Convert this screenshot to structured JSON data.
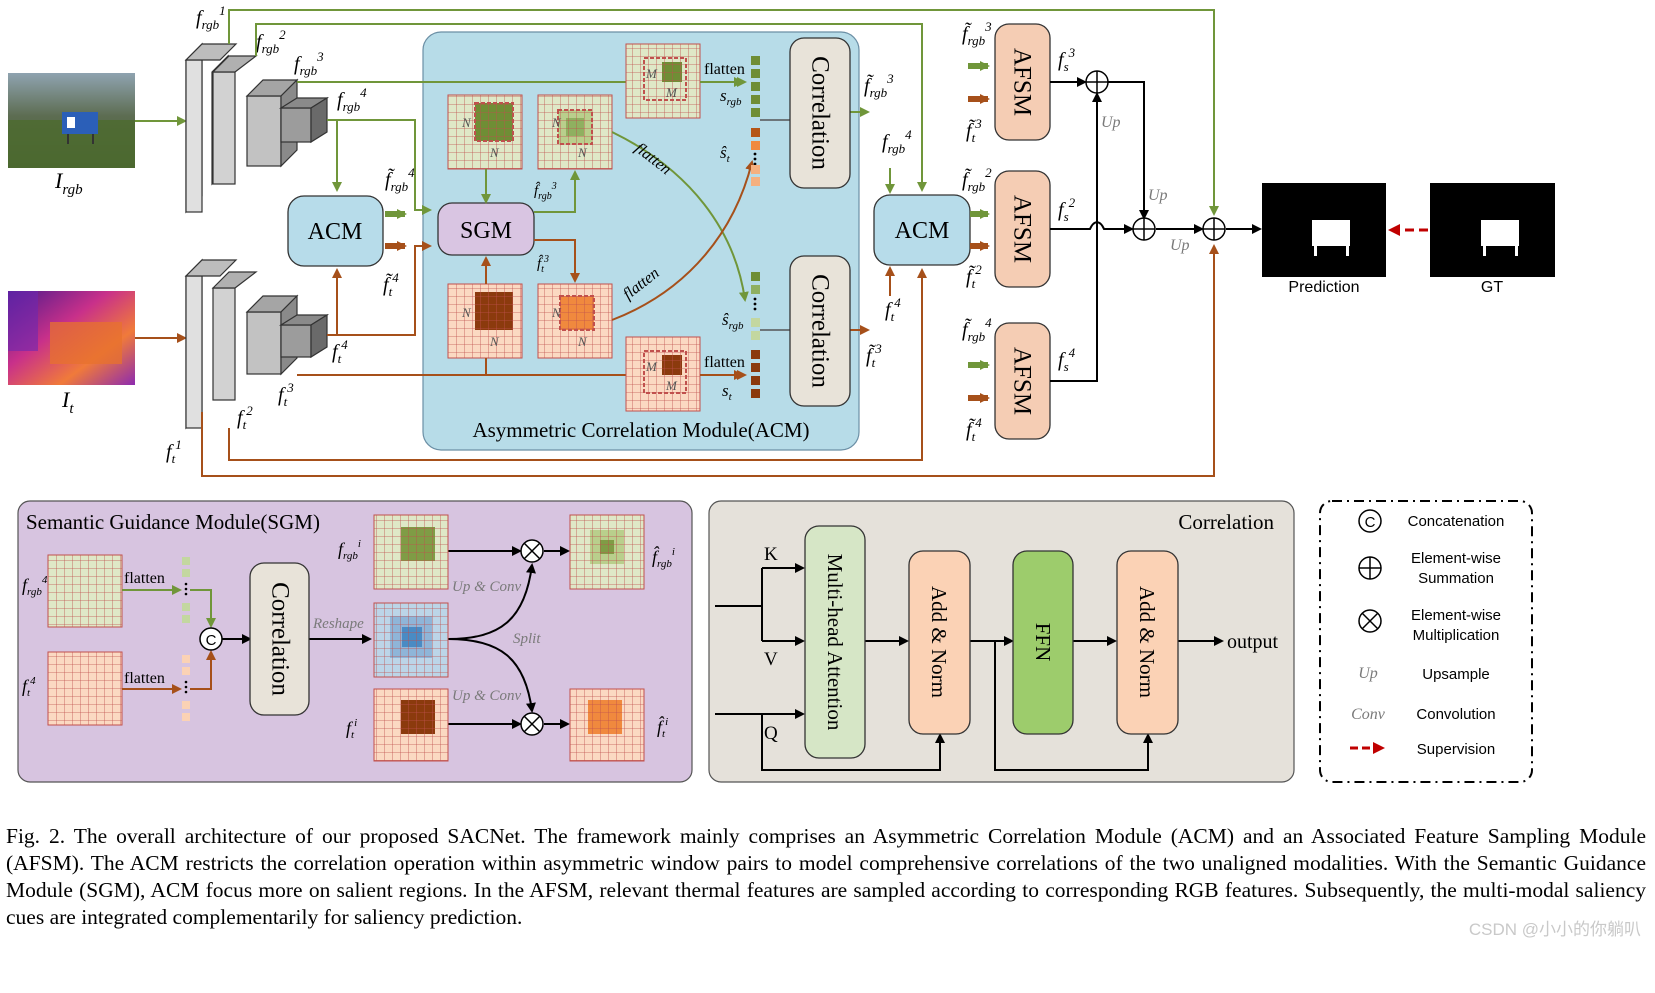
{
  "inputs": {
    "rgb_label": "I",
    "rgb_sub": "rgb",
    "t_label": "I",
    "t_sub": "t"
  },
  "features": {
    "f": "f",
    "ft": "f̃",
    "fh": "f̂",
    "rgb": "rgb",
    "t": "t",
    "s": "s"
  },
  "modules": {
    "acm": "ACM",
    "sgm": "SGM",
    "afsm": "AFSM",
    "correlation": "Correlation",
    "acm_full": "Asymmetric Correlation Module(ACM)",
    "sgm_full": "Semantic Guidance Module(SGM)",
    "correlation_title": "Correlation",
    "mha": "Multi-head Attention",
    "add_norm": "Add & Norm",
    "ffn": "FFN"
  },
  "labels": {
    "flatten": "flatten",
    "M": "M",
    "N": "N",
    "Up": "Up",
    "up_conv": "Up & Conv",
    "reshape": "Reshape",
    "split": "Split",
    "K": "K",
    "V": "V",
    "Q": "Q",
    "output": "output",
    "prediction": "Prediction",
    "gt": "GT",
    "concat_symbol": "C"
  },
  "legend": {
    "items": [
      {
        "symbol": "C",
        "text1": "Concatenation",
        "text2": ""
      },
      {
        "symbol": "sum",
        "text1": "Element-wise",
        "text2": "Summation"
      },
      {
        "symbol": "mul",
        "text1": "Element-wise",
        "text2": "Multiplication"
      },
      {
        "symbol": "Up",
        "text1": "Upsample",
        "text2": ""
      },
      {
        "symbol": "Conv",
        "text1": "Convolution",
        "text2": ""
      },
      {
        "symbol": "arrow",
        "text1": "Supervision",
        "text2": ""
      }
    ]
  },
  "caption": "Fig. 2.  The overall architecture of our proposed SACNet. The framework mainly comprises an Asymmetric Correlation Module (ACM) and an Associated Feature Sampling Module (AFSM). The ACM restricts the correlation operation within asymmetric window pairs to model comprehensive correlations of the two unaligned modalities. With the Semantic Guidance Module (SGM), ACM focus more on salient regions. In the AFSM, relevant thermal features are sampled according to corresponding RGB features. Subsequently, the multi-modal saliency cues are integrated complementarily for saliency prediction.",
  "watermark": "CSDN @小小的你躺叭",
  "colors": {
    "green": "#70963a",
    "orange": "#a6501a",
    "acm_bg": "#b7dce8",
    "sgm_bg": "#d7c4e0",
    "corr_bg": "#e5e1da",
    "node_blue": "#b7dcea",
    "node_purple": "#d9c5e2",
    "node_gray": "#e8e3d9",
    "afsm": "#f5cdb4",
    "mha": "#d6e6c6",
    "ffn": "#9dcc6c",
    "addnorm": "#fbd2b5"
  }
}
